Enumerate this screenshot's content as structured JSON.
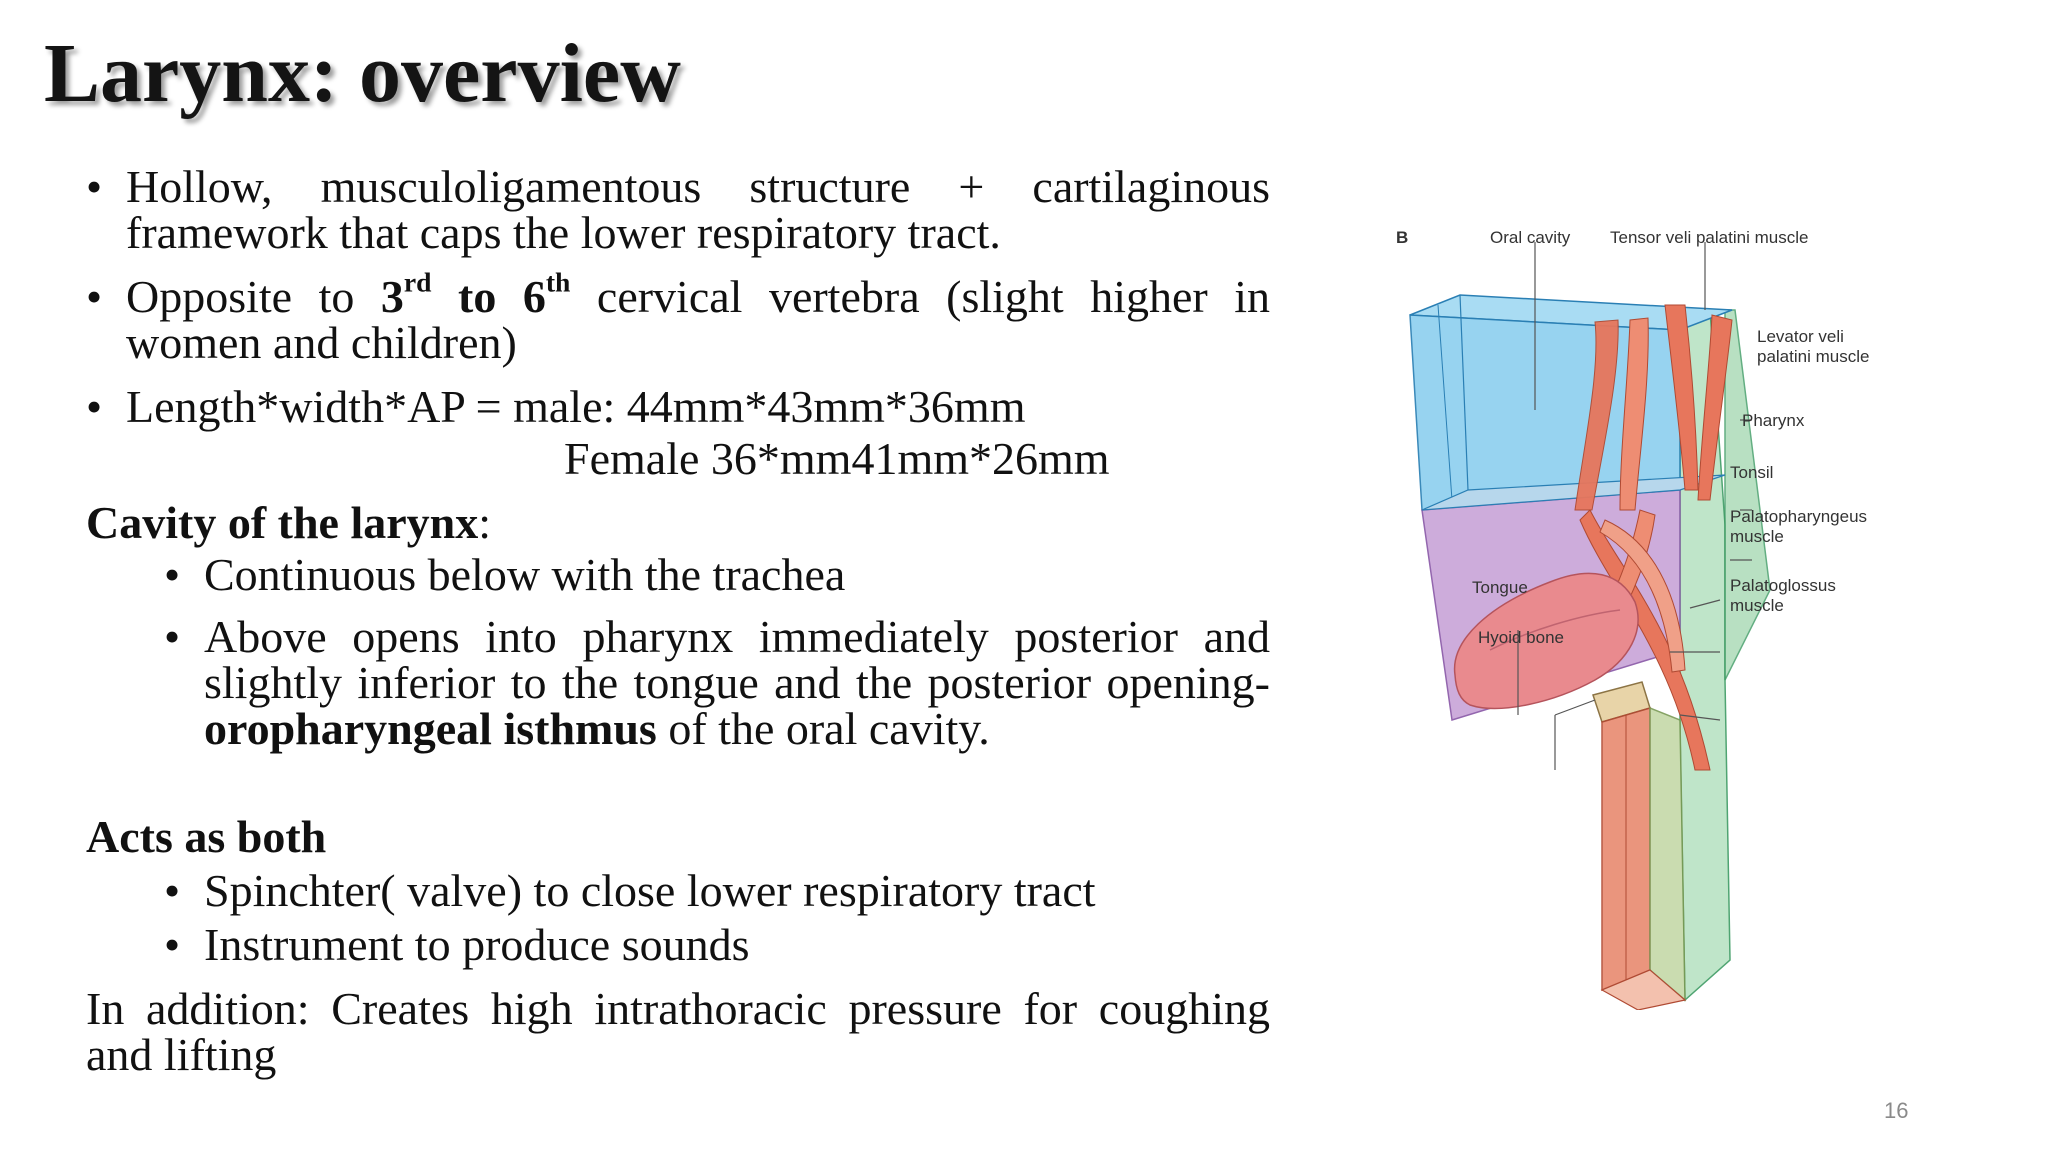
{
  "slide": {
    "title": "Larynx: overview",
    "page_number": "16"
  },
  "content": {
    "bullet1": "Hollow, musculoligamentous structure + cartilaginous framework that caps the lower respiratory tract.",
    "bullet2": {
      "pre": "Opposite to ",
      "n1": "3",
      "sup1": "rd",
      "mid": " to 6",
      "sup2": "th",
      "post": " cervical vertebra (slight higher in women and children)"
    },
    "bullet3": "Length*width*AP = male: 44mm*43mm*36mm",
    "bullet3_female": "Female 36*mm41mm*26mm",
    "cavity_heading": "Cavity of the larynx",
    "cavity_colon": ":",
    "cavity_items": [
      "Continuous below with the trachea",
      {
        "pre": "Above opens into pharynx immediately posterior and slightly inferior to the tongue and the posterior opening-",
        "bold": "oropharyngeal isthmus",
        "post": " of the oral cavity."
      }
    ],
    "acts_heading": "Acts as both",
    "acts_items": [
      "Spinchter( valve) to close lower respiratory tract",
      "Instrument to produce sounds"
    ],
    "addition": "In addition: Creates high intrathoracic pressure for coughing and lifting"
  },
  "figure": {
    "panel_letter": "B",
    "labels": {
      "oral_cavity": "Oral cavity",
      "tensor_veli": "Tensor veli palatini muscle",
      "levator_veli_1": "Levator veli",
      "levator_veli_2": "palatini muscle",
      "pharynx": "Pharynx",
      "tonsil": "Tonsil",
      "palatopharyngeus_1": "Palatopharyngeus",
      "palatopharyngeus_2": "muscle",
      "palatoglossus_1": "Palatoglossus",
      "palatoglossus_2": "muscle",
      "tongue": "Tongue",
      "hyoid_bone": "Hyoid bone"
    },
    "colors": {
      "oral_blue": "#8fd0ef",
      "oro_purple": "#c9a6d8",
      "pharynx_green": "#b9e3c4",
      "muscle_red": "#e7765c",
      "tongue_pink": "#e98a8e",
      "hyoid_tan": "#e8d4a8"
    }
  }
}
